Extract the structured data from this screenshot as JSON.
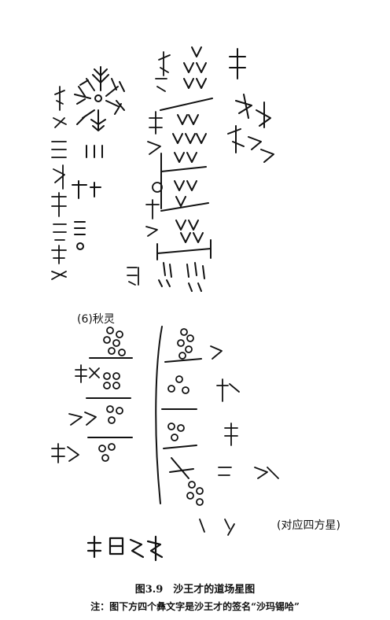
{
  "caption": {
    "title": "图3.9　沙王才的道场星图",
    "note": "注：图下方四个彝文字是沙王才的签名“沙玛锡哈”"
  },
  "labels": {
    "paren_left": "(6)秋灵",
    "paren_right": "(对应四方星)"
  }
}
